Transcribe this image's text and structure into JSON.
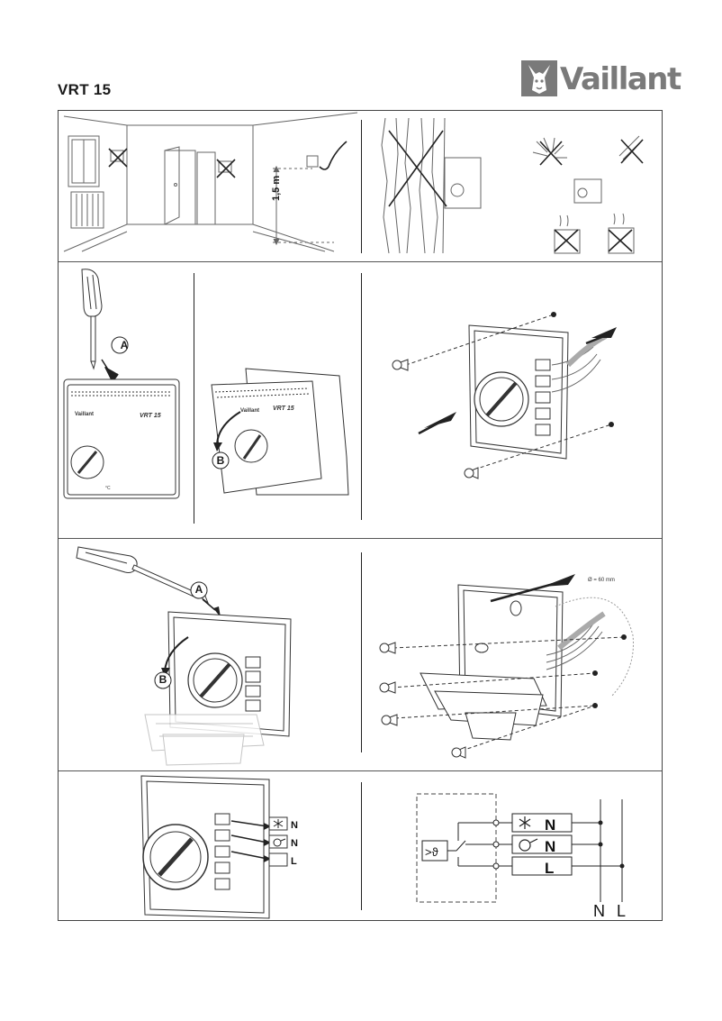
{
  "document": {
    "title": "VRT 15",
    "brand": "Vaillant"
  },
  "section1": {
    "height_label": "1,5 m"
  },
  "section2": {
    "callout_a": "A",
    "callout_b": "B",
    "device_brand": "Vaillant",
    "device_model": "VRT 15",
    "dial_units": "°C"
  },
  "section3": {
    "callout_a": "A",
    "callout_b": "B",
    "clearance": "Ø = 60 mm"
  },
  "section4": {
    "terminal_labels": [
      "N",
      "N",
      "L"
    ],
    "diagram_symbol": ">ϑ",
    "diagram_terminals": [
      "N",
      "N",
      "L"
    ],
    "bus_labels": [
      "N",
      "L"
    ]
  },
  "icons": [
    "vaillant-hare-logo",
    "screwdriver-icon",
    "snowflake-icon",
    "pump-icon",
    "cross-mark-icon",
    "check-mark-icon"
  ]
}
